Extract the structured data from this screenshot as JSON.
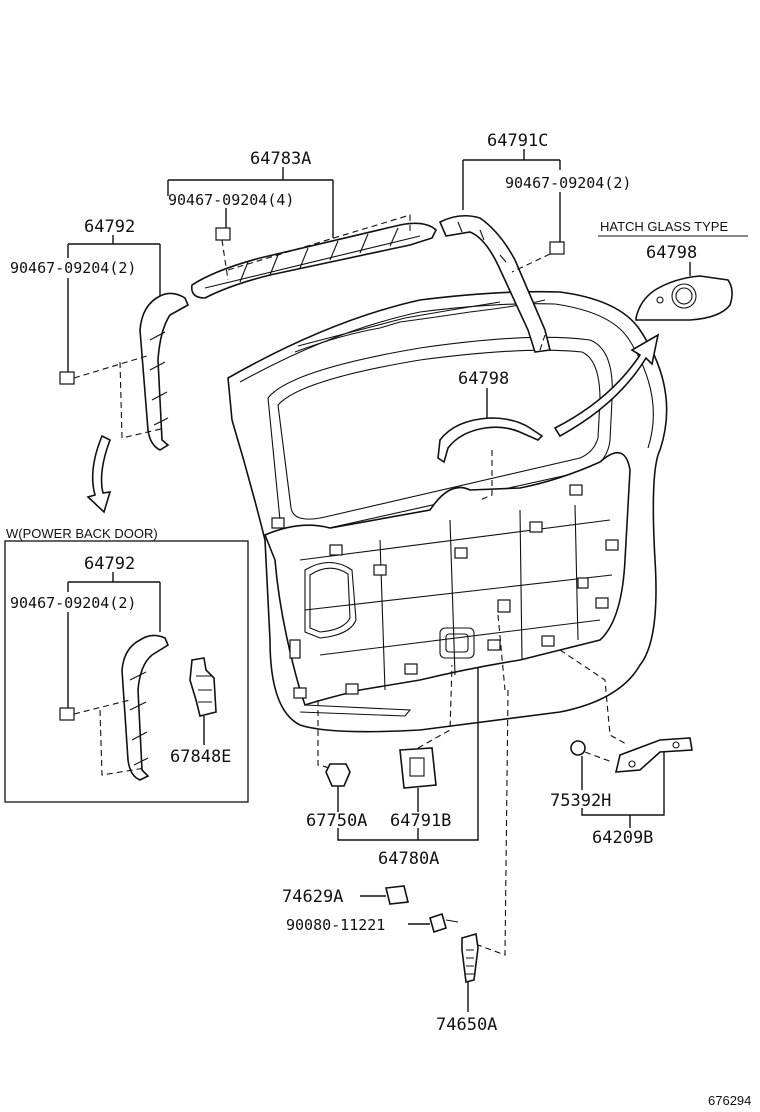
{
  "labels": {
    "p64783A": "64783A",
    "p90467_4": "90467-09204(4)",
    "p64791C": "64791C",
    "p90467_2_right": "90467-09204(2)",
    "p64792_top": "64792",
    "p90467_2_left": "90467-09204(2)",
    "hatch_caption": "HATCH GLASS TYPE",
    "p64798_hatch": "64798",
    "p64798_center": "64798",
    "power_caption": "W(POWER BACK DOOR)",
    "p64792_box": "64792",
    "p90467_2_box": "90467-09204(2)",
    "p67848E": "67848E",
    "p67750A": "67750A",
    "p64791B": "64791B",
    "p64780A": "64780A",
    "p75392H": "75392H",
    "p64209B": "64209B",
    "p74629A": "74629A",
    "p90080": "90080-11221",
    "p74650A": "74650A",
    "diagram_id": "676294"
  },
  "colors": {
    "line": "#111111",
    "background": "#ffffff"
  }
}
